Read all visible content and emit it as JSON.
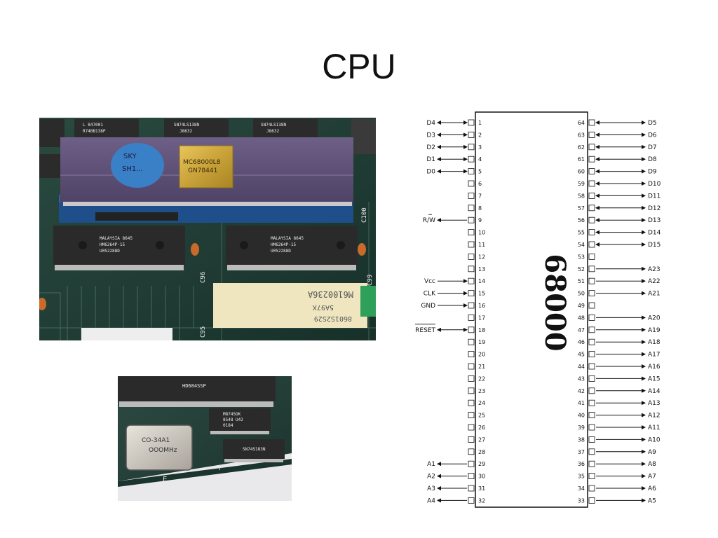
{
  "slide": {
    "title": "CPU"
  },
  "photo_main": {
    "cpu_marking": [
      "MC68000L8",
      "GN78441"
    ],
    "sticker_text": [
      "SKY",
      "SH1..."
    ],
    "chip_left_marking": [
      "MALAYSIA 8645",
      "HM6264P-15",
      "U052288D"
    ],
    "chip_right_marking": [
      "MALAYSIA 8645",
      "HM6264P-15",
      "U052288D"
    ],
    "top_chip_marking_1": [
      "L 847001",
      "R74BB138P"
    ],
    "top_chip_marking_2": [
      "SN74LS138N",
      "J8632"
    ],
    "top_chip_marking_3": [
      "SN74LS138N",
      "J8632"
    ],
    "board_labels": [
      "C100",
      "C96",
      "C99",
      "C95"
    ],
    "label_card": [
      "M6100236A",
      "5A97X",
      "8601S2S29"
    ]
  },
  "photo_small": {
    "crystal_marking": [
      "CO-34A1",
      "OOOMHz"
    ],
    "chip_top_marking": "HD684SSP",
    "chip_a_marking": [
      "M8745OK",
      "8548 U42",
      "0184"
    ],
    "chip_b_marking": "SN74S183N",
    "board_labels": [
      "E",
      "F"
    ]
  },
  "pinout": {
    "chip_label": "68000",
    "left_pins": [
      {
        "n": "1",
        "sig": "D4",
        "dir": "bi"
      },
      {
        "n": "2",
        "sig": "D3",
        "dir": "bi"
      },
      {
        "n": "3",
        "sig": "D2",
        "dir": "bi"
      },
      {
        "n": "4",
        "sig": "D1",
        "dir": "bi"
      },
      {
        "n": "5",
        "sig": "D0",
        "dir": "bi"
      },
      {
        "n": "6",
        "sig": "",
        "dir": ""
      },
      {
        "n": "7",
        "sig": "",
        "dir": ""
      },
      {
        "n": "8",
        "sig": "",
        "dir": ""
      },
      {
        "n": "9",
        "sig": "R/W",
        "dir": "out"
      },
      {
        "n": "10",
        "sig": "",
        "dir": ""
      },
      {
        "n": "11",
        "sig": "",
        "dir": ""
      },
      {
        "n": "12",
        "sig": "",
        "dir": ""
      },
      {
        "n": "13",
        "sig": "",
        "dir": ""
      },
      {
        "n": "14",
        "sig": "Vcc",
        "dir": "in"
      },
      {
        "n": "15",
        "sig": "CLK",
        "dir": "in"
      },
      {
        "n": "16",
        "sig": "GND",
        "dir": "in"
      },
      {
        "n": "17",
        "sig": "",
        "dir": ""
      },
      {
        "n": "18",
        "sig": "RESET",
        "dir": "bi"
      },
      {
        "n": "19",
        "sig": "",
        "dir": ""
      },
      {
        "n": "20",
        "sig": "",
        "dir": ""
      },
      {
        "n": "21",
        "sig": "",
        "dir": ""
      },
      {
        "n": "22",
        "sig": "",
        "dir": ""
      },
      {
        "n": "23",
        "sig": "",
        "dir": ""
      },
      {
        "n": "24",
        "sig": "",
        "dir": ""
      },
      {
        "n": "25",
        "sig": "",
        "dir": ""
      },
      {
        "n": "26",
        "sig": "",
        "dir": ""
      },
      {
        "n": "27",
        "sig": "",
        "dir": ""
      },
      {
        "n": "28",
        "sig": "",
        "dir": ""
      },
      {
        "n": "29",
        "sig": "A1",
        "dir": "out"
      },
      {
        "n": "30",
        "sig": "A2",
        "dir": "out"
      },
      {
        "n": "31",
        "sig": "A3",
        "dir": "out"
      },
      {
        "n": "32",
        "sig": "A4",
        "dir": "out"
      }
    ],
    "right_pins": [
      {
        "n": "64",
        "sig": "D5",
        "dir": "bi"
      },
      {
        "n": "63",
        "sig": "D6",
        "dir": "bi"
      },
      {
        "n": "62",
        "sig": "D7",
        "dir": "bi"
      },
      {
        "n": "61",
        "sig": "D8",
        "dir": "bi"
      },
      {
        "n": "60",
        "sig": "D9",
        "dir": "bi"
      },
      {
        "n": "59",
        "sig": "D10",
        "dir": "bi"
      },
      {
        "n": "58",
        "sig": "D11",
        "dir": "bi"
      },
      {
        "n": "57",
        "sig": "D12",
        "dir": "bi"
      },
      {
        "n": "56",
        "sig": "D13",
        "dir": "bi"
      },
      {
        "n": "55",
        "sig": "D14",
        "dir": "bi"
      },
      {
        "n": "54",
        "sig": "D15",
        "dir": "bi"
      },
      {
        "n": "53",
        "sig": "",
        "dir": ""
      },
      {
        "n": "52",
        "sig": "A23",
        "dir": "out"
      },
      {
        "n": "51",
        "sig": "A22",
        "dir": "out"
      },
      {
        "n": "50",
        "sig": "A21",
        "dir": "out"
      },
      {
        "n": "49",
        "sig": "",
        "dir": ""
      },
      {
        "n": "48",
        "sig": "A20",
        "dir": "out"
      },
      {
        "n": "47",
        "sig": "A19",
        "dir": "out"
      },
      {
        "n": "46",
        "sig": "A18",
        "dir": "out"
      },
      {
        "n": "45",
        "sig": "A17",
        "dir": "out"
      },
      {
        "n": "44",
        "sig": "A16",
        "dir": "out"
      },
      {
        "n": "43",
        "sig": "A15",
        "dir": "out"
      },
      {
        "n": "42",
        "sig": "A14",
        "dir": "out"
      },
      {
        "n": "41",
        "sig": "A13",
        "dir": "out"
      },
      {
        "n": "40",
        "sig": "A12",
        "dir": "out"
      },
      {
        "n": "39",
        "sig": "A11",
        "dir": "out"
      },
      {
        "n": "38",
        "sig": "A10",
        "dir": "out"
      },
      {
        "n": "37",
        "sig": "A9",
        "dir": "out"
      },
      {
        "n": "36",
        "sig": "A8",
        "dir": "out"
      },
      {
        "n": "35",
        "sig": "A7",
        "dir": "out"
      },
      {
        "n": "34",
        "sig": "A6",
        "dir": "out"
      },
      {
        "n": "33",
        "sig": "A5",
        "dir": "out"
      }
    ]
  }
}
